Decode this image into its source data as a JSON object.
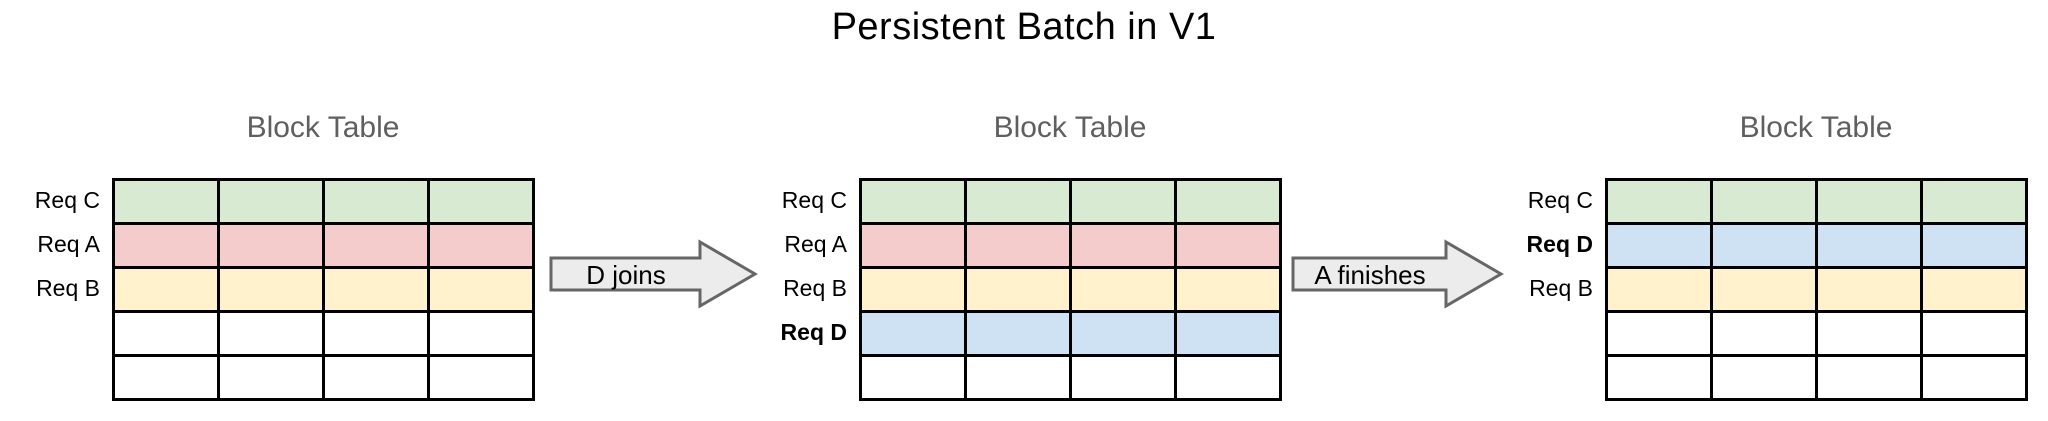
{
  "title": "Persistent Batch in V1",
  "colors": {
    "req_c_green": "#d9ead3",
    "req_a_red": "#f4cccc",
    "req_b_yellow": "#fff2cc",
    "req_d_blue": "#cfe2f3",
    "empty_white": "#ffffff",
    "grid_border": "#000000",
    "table_title_gray": "#5f5f5f",
    "arrow_fill": "#ececec",
    "arrow_border": "#666666"
  },
  "tables": [
    {
      "title": "Block Table",
      "columns": 4,
      "rows": [
        {
          "label": "Req C",
          "bold": false,
          "fill": "#d9ead3"
        },
        {
          "label": "Req A",
          "bold": false,
          "fill": "#f4cccc"
        },
        {
          "label": "Req B",
          "bold": false,
          "fill": "#fff2cc"
        },
        {
          "label": "",
          "bold": false,
          "fill": "#ffffff"
        },
        {
          "label": "",
          "bold": false,
          "fill": "#ffffff"
        }
      ]
    },
    {
      "title": "Block Table",
      "columns": 4,
      "rows": [
        {
          "label": "Req C",
          "bold": false,
          "fill": "#d9ead3"
        },
        {
          "label": "Req A",
          "bold": false,
          "fill": "#f4cccc"
        },
        {
          "label": "Req B",
          "bold": false,
          "fill": "#fff2cc"
        },
        {
          "label": "Req D",
          "bold": true,
          "fill": "#cfe2f3"
        },
        {
          "label": "",
          "bold": false,
          "fill": "#ffffff"
        }
      ]
    },
    {
      "title": "Block Table",
      "columns": 4,
      "rows": [
        {
          "label": "Req C",
          "bold": false,
          "fill": "#d9ead3"
        },
        {
          "label": "Req D",
          "bold": true,
          "fill": "#cfe2f3"
        },
        {
          "label": "Req B",
          "bold": false,
          "fill": "#fff2cc"
        },
        {
          "label": "",
          "bold": false,
          "fill": "#ffffff"
        },
        {
          "label": "",
          "bold": false,
          "fill": "#ffffff"
        }
      ]
    }
  ],
  "arrows": [
    {
      "label": "D joins"
    },
    {
      "label": "A finishes"
    }
  ]
}
